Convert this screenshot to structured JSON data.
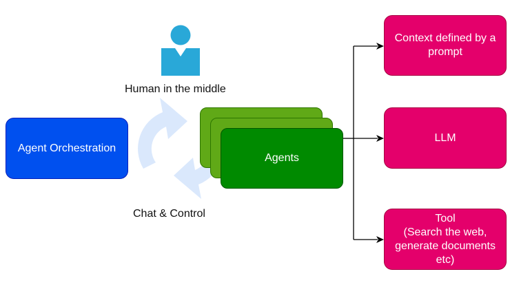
{
  "nodes": {
    "orchestration": "Agent Orchestration",
    "agents": "Agents",
    "context": "Context defined by a\nprompt",
    "llm": "LLM",
    "tool": "Tool\n(Search the web,\ngenerate documents\netc)"
  },
  "labels": {
    "human": "Human in the middle",
    "chat": "Chat & Control"
  },
  "colors": {
    "orchestration": "#0050ef",
    "agents_front": "#008a00",
    "agents_back": "#60a917",
    "targets": "#e4006b",
    "cycle_arrows": "#dae8fc",
    "person": "#29a8d8"
  },
  "icons": {
    "human": "person-icon",
    "cycle": "cycle-arrows-icon"
  }
}
